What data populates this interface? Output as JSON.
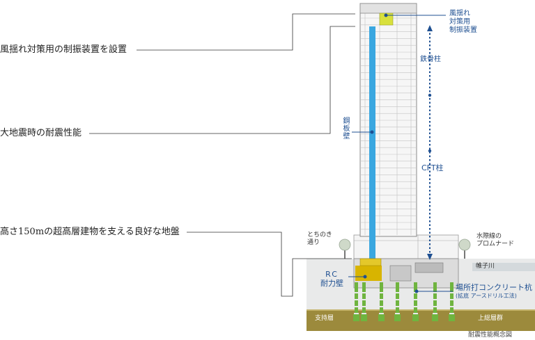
{
  "features": {
    "f1": "風揺れ対策用の制振装置を設置",
    "f2": "大地震時の耐震性能",
    "f3": "高さ150mの超高層建物を支える良好な地盤"
  },
  "callouts": {
    "damper": [
      "風揺れ",
      "対策用",
      "制振装置"
    ],
    "steel_column": "鉄骨柱",
    "cft_column": "CFT柱",
    "steel_wall": "鋼板壁",
    "rc_wall": [
      "RC",
      "耐力壁"
    ],
    "piles": "場所打コンクリート杭",
    "piles_method": "(拡底 アースドリル工法)"
  },
  "places": {
    "street": [
      "とちのき",
      "通り"
    ],
    "promenade": [
      "水際線の",
      "プロムナード"
    ],
    "river": "帷子川",
    "bearing_layer": "支持層",
    "group": "上総層群"
  },
  "caption": "耐震性能概念図",
  "colors": {
    "ground": "#e9eaea",
    "bearing": "#9c8a3c",
    "pile": "#6fb43f",
    "steel_wall": "#3aa7e0",
    "damper": "#d8e03c",
    "rc_wall": "#d8b400",
    "line": "#1e4f91"
  }
}
